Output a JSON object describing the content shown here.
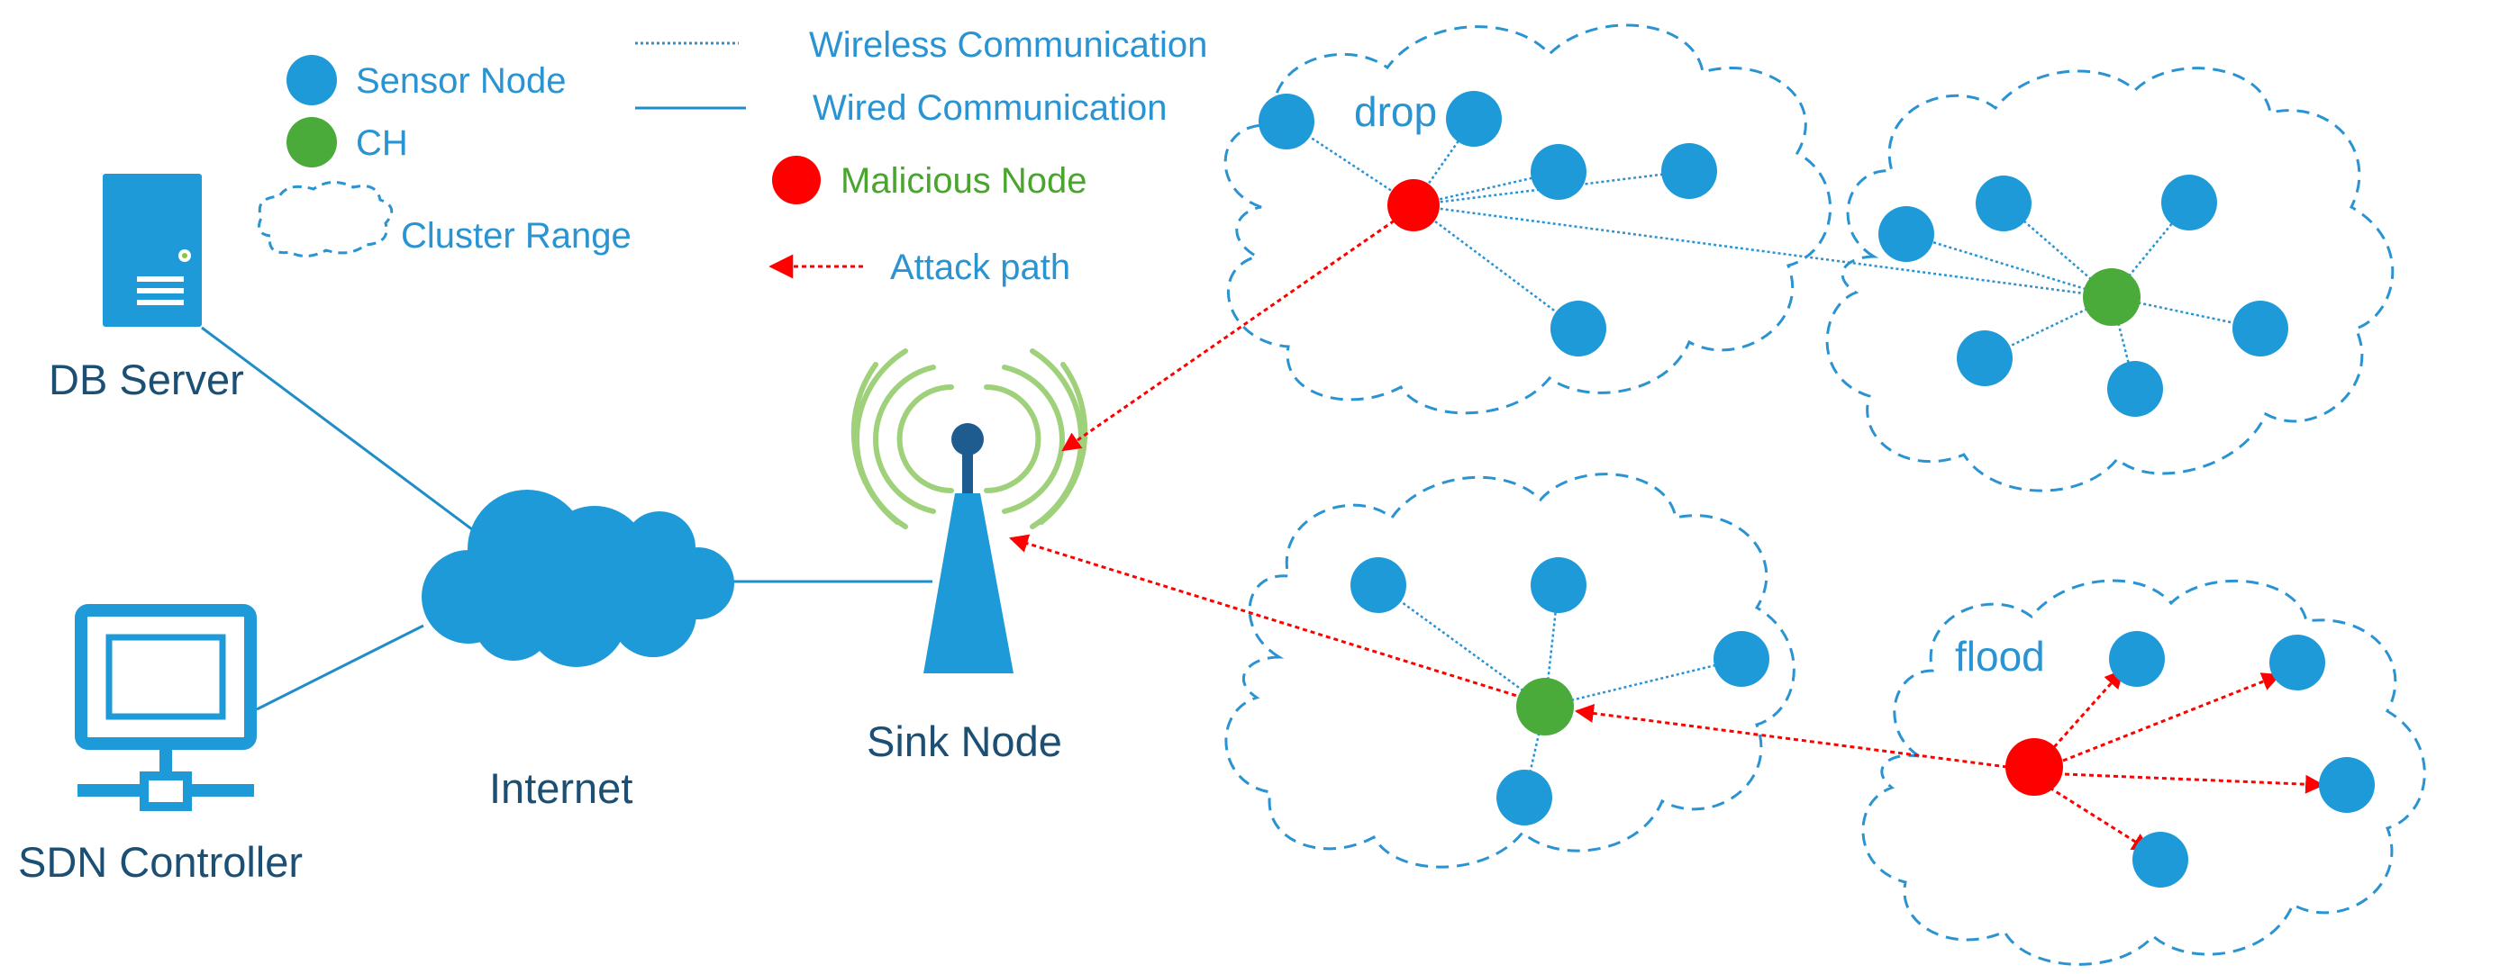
{
  "legend": {
    "sensor_node": "Sensor Node",
    "ch": "CH",
    "cluster_range": "Cluster Range",
    "wireless": "Wireless Communication",
    "wired": "Wired Communication",
    "malicious": "Malicious Node",
    "attack_path": "Attack path"
  },
  "labels": {
    "db_server": "DB Server",
    "sdn_controller": "SDN Controller",
    "internet": "Internet",
    "sink_node": "Sink Node",
    "drop": "drop",
    "flood": "flood"
  },
  "colors": {
    "sensor": "#1f9ad8",
    "ch": "#4aab3a",
    "malicious": "#ff0000",
    "wired": "#1f8dc8",
    "cloud_outline": "#2a93d2",
    "text_dark": "#1b4f74",
    "signal": "#9fd07a"
  },
  "icons": {
    "server": "server-icon",
    "controller": "computer-icon",
    "internet": "cloud-icon",
    "sink": "antenna-tower-icon"
  }
}
